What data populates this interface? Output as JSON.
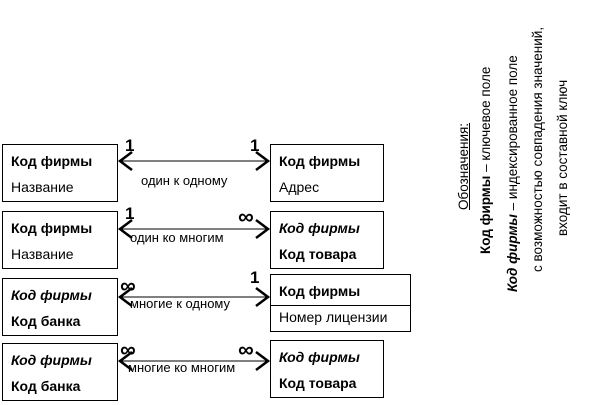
{
  "rows": [
    {
      "left": [
        {
          "text": "Код фирмы",
          "style": "key"
        },
        {
          "text": "Название",
          "style": "plain"
        }
      ],
      "right": [
        {
          "text": "Код фирмы",
          "style": "key"
        },
        {
          "text": "Адрес",
          "style": "plain"
        }
      ],
      "relation": "один к одному",
      "left_card": "1",
      "right_card": "1"
    },
    {
      "left": [
        {
          "text": "Код фирмы",
          "style": "key"
        },
        {
          "text": "Название",
          "style": "plain"
        }
      ],
      "right": [
        {
          "text": "Код фирмы",
          "style": "idx"
        },
        {
          "text": "Код товара",
          "style": "key"
        }
      ],
      "relation": "один ко многим",
      "left_card": "1",
      "right_card": "∞"
    },
    {
      "left": [
        {
          "text": "Код фирмы",
          "style": "idx"
        },
        {
          "text": "Код банка",
          "style": "key"
        }
      ],
      "right": [
        {
          "text": "Код фирмы",
          "style": "key"
        },
        {
          "text": "Номер лицензии",
          "style": "plain"
        }
      ],
      "relation": "многие к одному",
      "left_card": "∞",
      "right_card": "1"
    },
    {
      "left": [
        {
          "text": "Код фирмы",
          "style": "idx"
        },
        {
          "text": "Код банка",
          "style": "key"
        }
      ],
      "right": [
        {
          "text": "Код фирмы",
          "style": "idx"
        },
        {
          "text": "Код товара",
          "style": "key"
        }
      ],
      "relation": "многие ко многим",
      "left_card": "∞",
      "right_card": "∞"
    }
  ],
  "legend": {
    "title": "Обозначения:",
    "key_term": "Код фирмы",
    "key_desc": " – ключевое поле",
    "idx_term": "Код фирмы",
    "idx_desc": " – индексированное поле",
    "idx_desc2": "с возможностью совпадения значений,",
    "idx_desc3": "входит в составной ключ"
  }
}
